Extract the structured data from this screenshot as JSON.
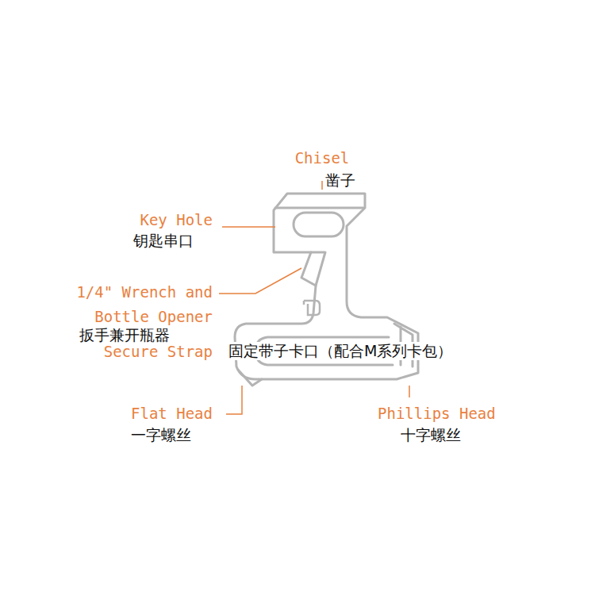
{
  "diagram": {
    "labels": [
      "Chisel",
      "凿子",
      "Key Hole",
      "钥匙串口",
      "1/4\" Wrench and",
      "Bottle Opener",
      "扳手兼开瓶器",
      "Secure Strap",
      "固定带子卡口（配合M系列卡包）",
      "Flat Head",
      "一字螺丝",
      "Phillips Head",
      "十字螺丝"
    ]
  }
}
